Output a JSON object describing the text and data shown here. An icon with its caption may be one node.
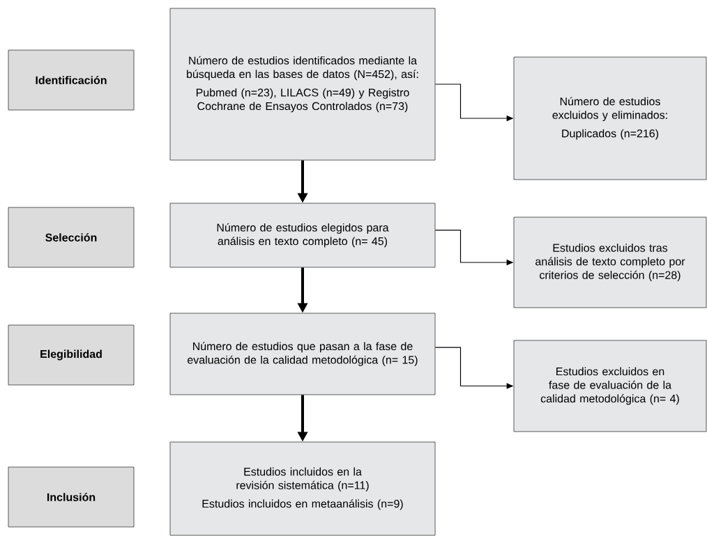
{
  "diagram": {
    "nodes": [
      {
        "text": [
          "Identificación"
        ]
      },
      {
        "text": [
          "Número de estudios identificados mediante la búsqueda en las bases de datos (N=452), así:",
          "Pubmed (n=23), LILACS (n=49) y Registro Cochrane de Ensayos Controlados (n=73)"
        ]
      },
      {
        "text": [
          "Número de estudios excluidos y eliminados:",
          "Duplicados (n=216)"
        ]
      },
      {
        "text": [
          "Selección"
        ]
      },
      {
        "text": [
          "Número de estudios elegidos para análisis en texto completo (n= 45)"
        ]
      },
      {
        "text": [
          "Estudios excluidos tras análisis de texto completo por criterios de selección (n=28)"
        ]
      },
      {
        "text": [
          "Elegibilidad"
        ]
      },
      {
        "text": [
          "Número de estudios que pasan a la fase de evaluación de la calidad metodológica (n= 15)"
        ]
      },
      {
        "text": [
          "Estudios excluidos en fase de evaluación de la calidad metodológica (n= 4)"
        ]
      },
      {
        "text": [
          "Inclusión"
        ]
      },
      {
        "text": [
          "Estudios incluidos en la revisión sistemática (n=11)",
          "Estudios incluidos en metaanálisis (n=9)"
        ]
      }
    ],
    "edges": [
      {
        "from": 1,
        "to": 4,
        "arrow": "to",
        "style": "thick"
      },
      {
        "from": 1,
        "to": 2,
        "arrow": "to"
      },
      {
        "from": 4,
        "to": 7,
        "arrow": "to",
        "style": "thick"
      },
      {
        "from": 4,
        "to": 5,
        "arrow": "to"
      },
      {
        "from": 7,
        "to": 10,
        "arrow": "to",
        "style": "thick"
      },
      {
        "from": 7,
        "to": 8,
        "arrow": "to"
      }
    ]
  }
}
